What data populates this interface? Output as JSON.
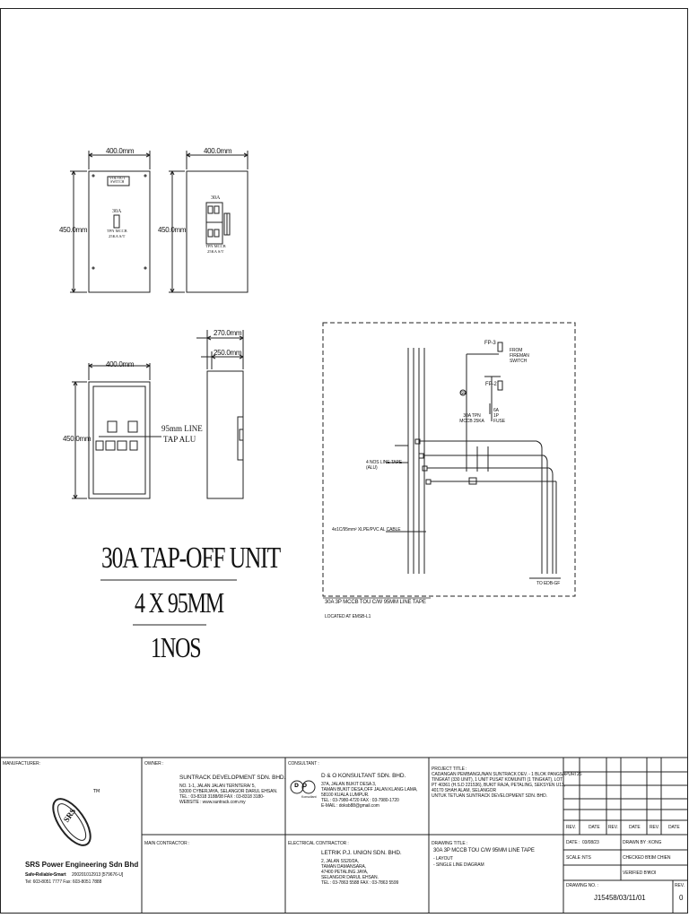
{
  "elevations": {
    "front_top": {
      "width": "400.0mm",
      "height": "450.0mm",
      "nameplate": "VOL.OUT\nSWITCH",
      "label_rating": "30A",
      "label_line1": "TPN MCCB",
      "label_line2": "25KA S/T"
    },
    "front_open": {
      "width": "400.0mm",
      "height": "450.0mm",
      "label_rating": "30A",
      "label_line1": "TPN MCCB",
      "label_line2": "25KA S/T"
    },
    "busbar": {
      "width": "400.0mm",
      "height": "450.0mm",
      "callout_1": "95mm LINE",
      "callout_2": "TAP ALU"
    },
    "side": {
      "depth_outer": "270.0mm",
      "depth_inner": "250.0mm"
    }
  },
  "title_block_left": {
    "line1": "30A TAP-OFF UNIT",
    "line2": "4 X 95MM",
    "line3": "1NOS"
  },
  "schematic": {
    "title": "30A 3P MCCB TOU C/W 95MM LINE TAPE",
    "subtitle": "LOCATED AT EMSB-L1",
    "bus_label": "4 NOS LINE TAPE (ALU)",
    "cable_label": "4x1C/95mm² XLPE/PVC AL CABLE",
    "to_label": "TO EDB-GF",
    "fp1": "FP-3",
    "fp2": "FP-2",
    "switch_label": "FROM FIREMAN SWITCH",
    "mccb_label": "30A TPN MCCB 25KA",
    "fuse_label": "6A 1P FUSE",
    "sr": "SR"
  },
  "footer": {
    "manufacturer_label": "MANUFACTURER:",
    "company": "SRS Power Engineering Sdn Bhd",
    "company_tag": "Safe•Reliable•Smart",
    "company_reg": "200201012913 [579676-U]",
    "company_contact": "Tel: 603-8051 7777  Fax: 603-8051 7888",
    "logo_text": "SRS",
    "logo_tm": "TM",
    "owner_label": "OWNER :",
    "owner_name": "SUNTRACK DEVELOPMENT SDN. BHD.",
    "owner_addr1": "NO. 1-1, JALAN JALAN TERNTERA/ 5,",
    "owner_addr2": "53000 CYBERJAYA, SELANGOR DARUL EHSAN.",
    "owner_addr3": "TEL : 03-8318 3188/08   FAX : 03-8318 3180-",
    "owner_addr4": "WEBSITE : www.suntrack.com.my",
    "main_contractor_label": "MAIN CONTRACTOR :",
    "consultant_label": "CONSULTANT :",
    "consultant_name": "D & O KONSULTANT SDN. BHD.",
    "consultant_addr1": "37A, JALAN BUKIT DESA 3,",
    "consultant_addr2": "TAMAN BUKIT DESA,OFF JALAN KLANG LAMA,",
    "consultant_addr3": "58100 KUALA LUMPUR.",
    "consultant_addr4": "TEL : 03-7980-4720   FAX : 03-7980-1720",
    "consultant_addr5": "E-MAIL : doksb88@gmail.com",
    "consultant_logo": "DO",
    "consultant_logo_sub": "Konsultant",
    "electrical_contractor_label": "ELECTRICAL CONTRACTOR :",
    "ec_name": "LETRIK P.J. UNION SDN. BHD.",
    "ec_addr1": "2, JALAN SS20/2A,",
    "ec_addr2": "TAMAN DAMANSARA,",
    "ec_addr3": "47400 PETALING JAYA,",
    "ec_addr4": "SELANGOR DARUL EHSAN.",
    "ec_addr5": "TEL : 03-7863 5588   FAX : 03-7863 5599",
    "project_label": "PROJECT TITLE :",
    "project_1": "CADANGAN PEMBANGUNAN SUNTRACK DEV. - 1 BLOK PANGSAPURI 26",
    "project_2": "TINGKAT (330 UNIT), 1 UNIT PUSAT KOMUNITI (1 TINGKAT), LOT",
    "project_3": "PT 40361 (H.S.D 221536), BUKIT RAJA, PETALING, SEKSYEN U13,",
    "project_4": "40170 SHAH ALAM, SELANGOR",
    "project_5": "UNTUK TETUAN SUNTRACK DEVELOPMENT SDN. BHD.",
    "drawing_title_label": "DRAWING TITLE :",
    "drawing_title_1": "30A 3P MCCB TOU C/W 95MM LINE TAPE",
    "drawing_title_2": "- LAYOUT",
    "drawing_title_3": "- SINGLE LINE DIAGRAM",
    "rev_headers": [
      "REV.",
      "DATE",
      "REV.",
      "DATE",
      "REV.",
      "DATE"
    ],
    "date_label": "DATE :",
    "date_value": "03/08/23",
    "drawn_by_label": "DRAWN BY :",
    "drawn_by_value": "KONG",
    "scale_label": "SCALE :",
    "scale_value": "NTS",
    "checked_by_label": "CHECKED BY :",
    "checked_by_value": "LIM CHIEN",
    "verified_by_label": "VERIFIED BY :",
    "verified_by_value": "KOI",
    "drawing_no_label": "DRAWING NO. :",
    "drawing_no_value": "J15458/03/11/01",
    "rev_label": "REV.",
    "rev_value": "0"
  }
}
